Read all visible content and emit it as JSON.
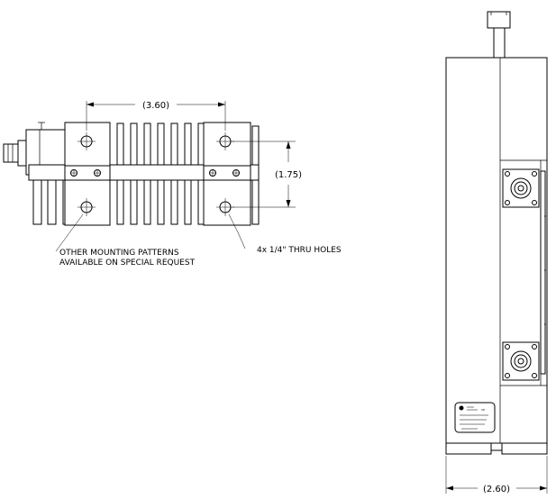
{
  "dimensions": {
    "horizontal_spacing": "(3.60)",
    "vertical_spacing": "(1.75)",
    "width": "(2.60)"
  },
  "notes": {
    "mounting_patterns_line1": "OTHER MOUNTING PATTERNS",
    "mounting_patterns_line2": "AVAILABLE ON SPECIAL REQUEST",
    "thru_holes": "4x 1/4\" THRU HOLES"
  },
  "label_plate": {
    "mark": "CE"
  }
}
